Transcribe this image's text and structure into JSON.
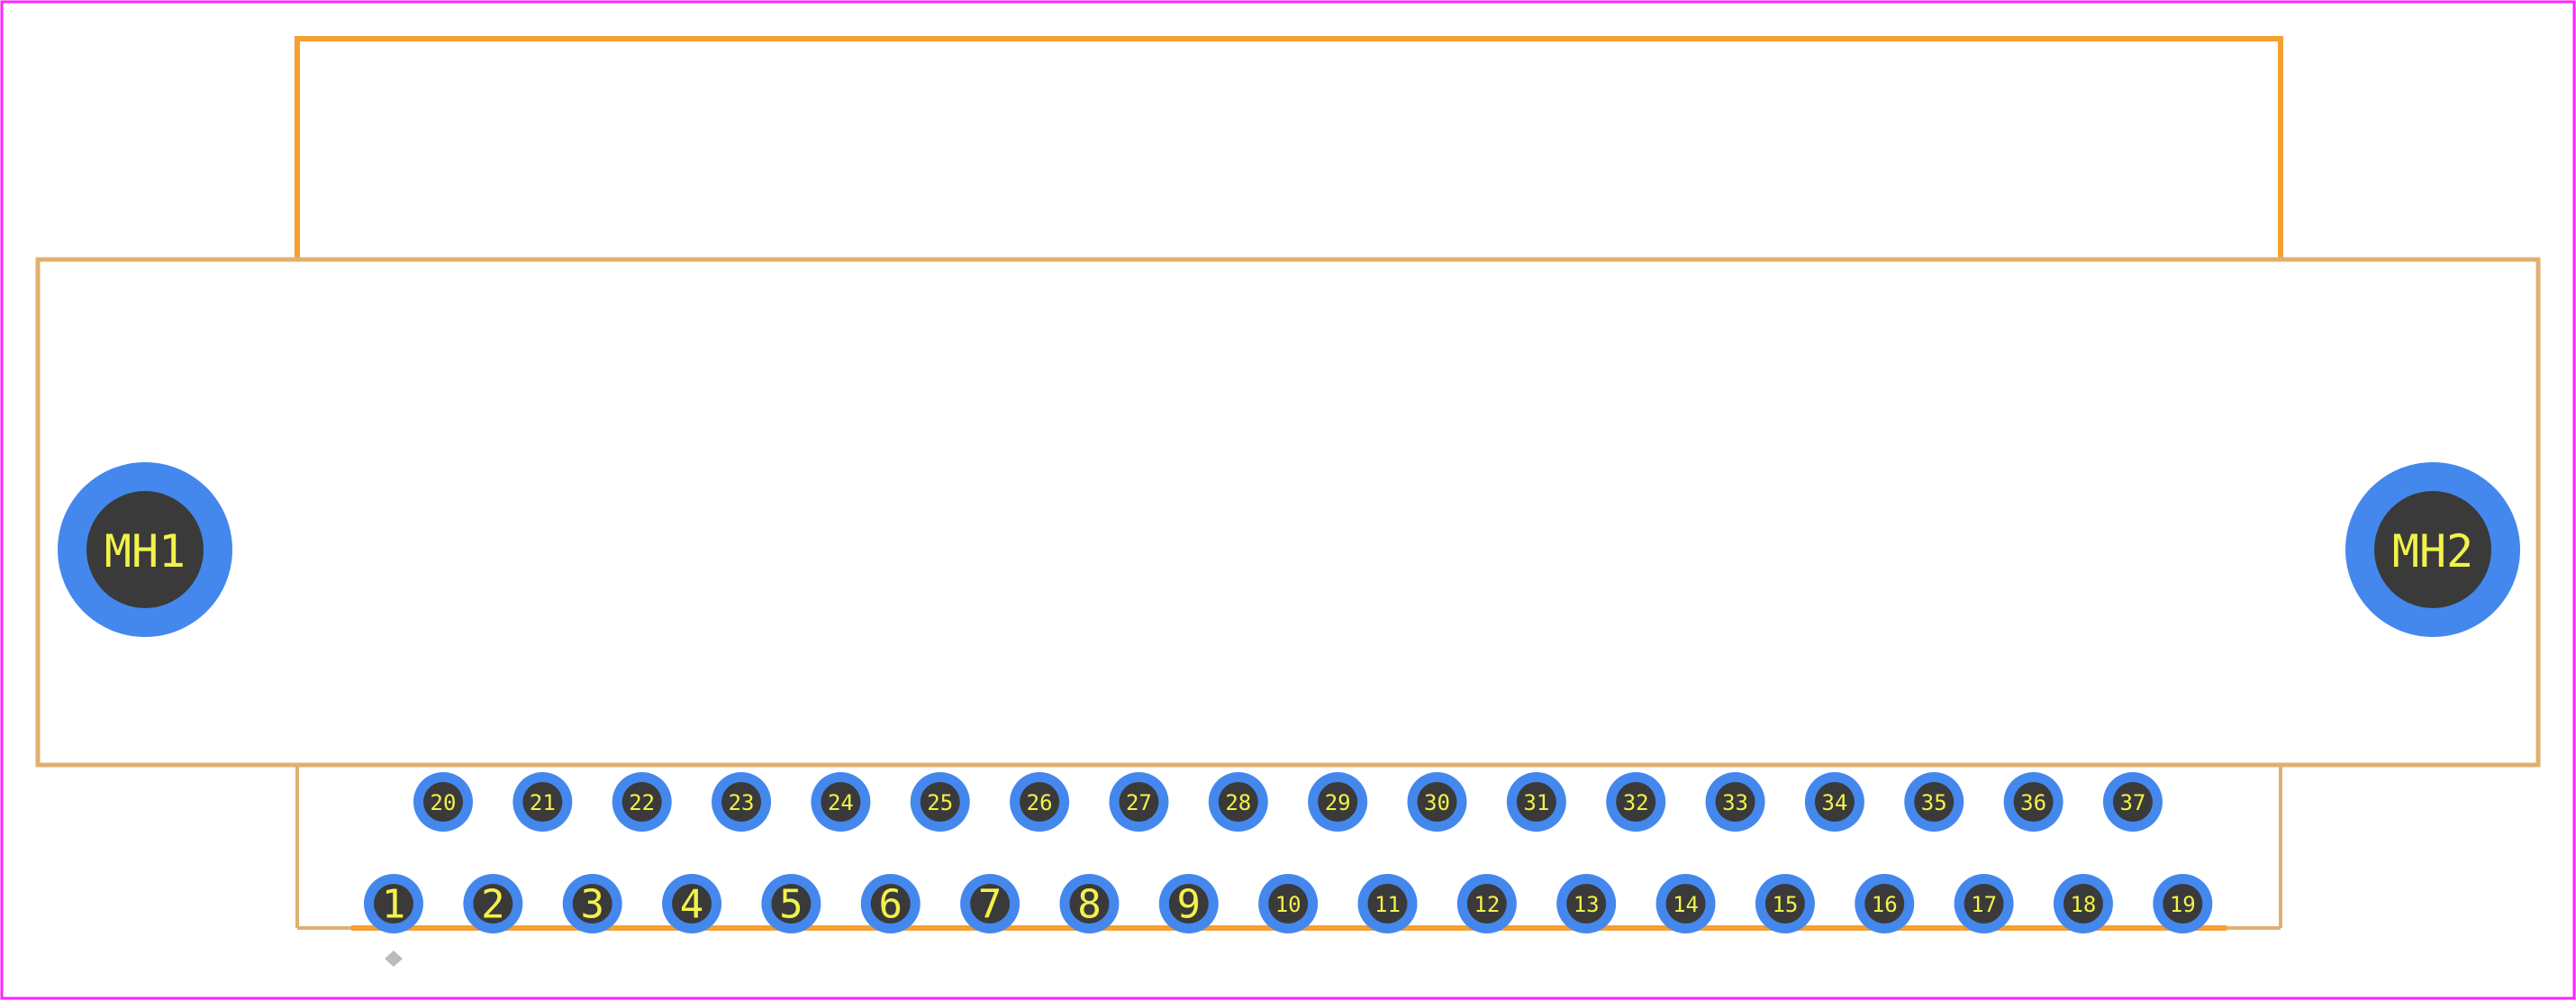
{
  "footprint": {
    "mounting_holes": [
      {
        "label": "MH1"
      },
      {
        "label": "MH2"
      }
    ],
    "bottom_row_pins": [
      "1",
      "2",
      "3",
      "4",
      "5",
      "6",
      "7",
      "8",
      "9",
      "10",
      "11",
      "12",
      "13",
      "14",
      "15",
      "16",
      "17",
      "18",
      "19"
    ],
    "top_row_pins": [
      "20",
      "21",
      "22",
      "23",
      "24",
      "25",
      "26",
      "27",
      "28",
      "29",
      "30",
      "31",
      "32",
      "33",
      "34",
      "35",
      "36",
      "37"
    ]
  },
  "colors": {
    "border": "#ff22ff",
    "outline_orange": "#f5a030",
    "outline_tan": "#e0b070",
    "pad_ring": "#4488ee",
    "pad_hole": "#3a3a3a",
    "pad_text": "#f2f24a",
    "pin1_marker": "#bbbbbb"
  }
}
